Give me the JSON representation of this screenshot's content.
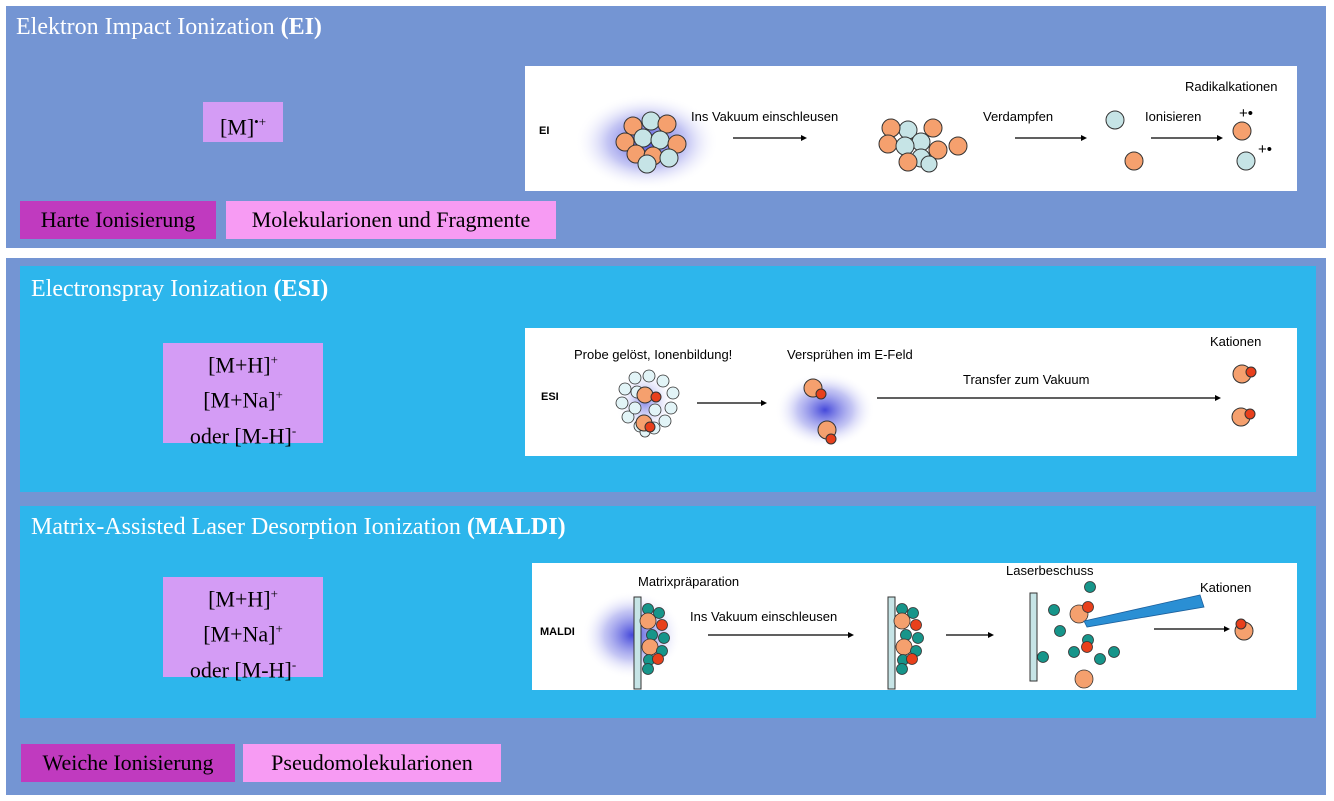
{
  "ei": {
    "title_main": "Elektron Impact Ionization ",
    "title_abbr": "(EI)",
    "ion_formula": "[M]",
    "ion_sup": "•+",
    "tag_hard": "Harte Ionisierung",
    "tag_result": "Molekularionen und Fragmente",
    "diagram": {
      "label": "EI",
      "step1": "Ins Vakuum einschleusen",
      "step2": "Verdampfen",
      "step3": "Ionisieren",
      "result": "Radikalkationen",
      "charge1": "+•",
      "charge2": "+•"
    }
  },
  "esi": {
    "title_main": "Electronspray Ionization ",
    "title_abbr": "(ESI)",
    "ion_line1": "[M+H]",
    "ion_line1_sup": "+",
    "ion_line2": "[M+Na]",
    "ion_line2_sup": "+",
    "ion_line3": "oder [M-H]",
    "ion_line3_sup": "-",
    "diagram": {
      "label": "ESI",
      "step1": "Probe gelöst, Ionenbildung!",
      "step2": "Versprühen im E-Feld",
      "step3": "Transfer zum Vakuum",
      "result": "Kationen"
    }
  },
  "maldi": {
    "title_main": "Matrix-Assisted Laser Desorption Ionization ",
    "title_abbr": "(MALDI)",
    "ion_line1": "[M+H]",
    "ion_line1_sup": "+",
    "ion_line2": "[M+Na]",
    "ion_line2_sup": "+",
    "ion_line3": "oder [M-H]",
    "ion_line3_sup": "-",
    "tag_soft": "Weiche Ionisierung",
    "tag_result": "Pseudomolekularionen",
    "diagram": {
      "label": "MALDI",
      "step1": "Matrixpräparation",
      "step2": "Ins Vakuum einschleusen",
      "step3": "Laserbeschuss",
      "result": "Kationen"
    }
  },
  "colors": {
    "panel": "#7495d3",
    "inner": "#2db6ec",
    "ion_box": "#d49cf5",
    "tag_dark": "#c03abf",
    "tag_light": "#f79bf3",
    "analyte": "#f5a06e",
    "matrix_light": "#c6e4e6",
    "matrix_teal": "#17958a",
    "charge": "#e8401c"
  }
}
